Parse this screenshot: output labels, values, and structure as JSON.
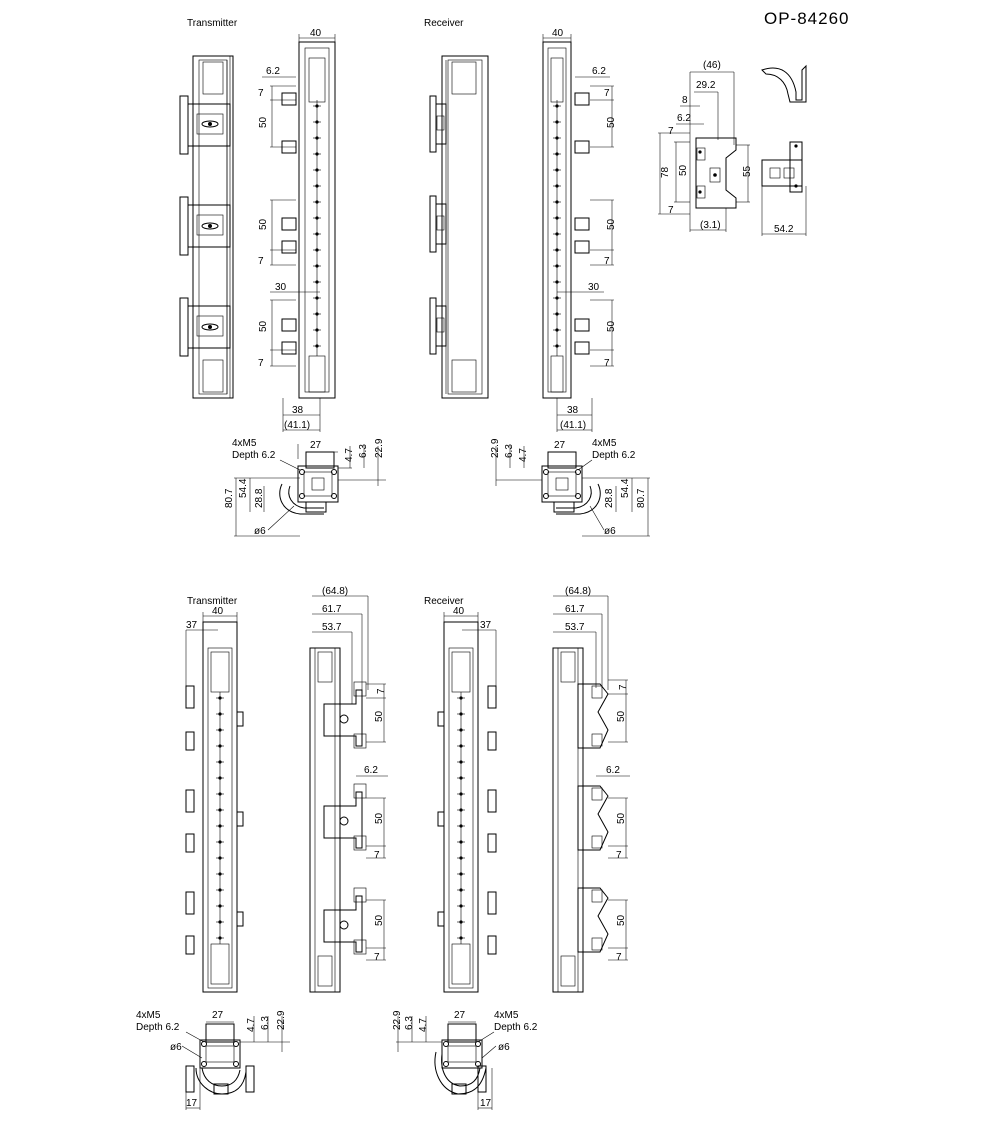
{
  "drawing_number": "OP-84260",
  "views": {
    "top_left": {
      "label": "Transmitter"
    },
    "top_right": {
      "label": "Receiver"
    },
    "bottom_left": {
      "label": "Transmitter"
    },
    "bottom_right": {
      "label": "Receiver"
    }
  },
  "dims": {
    "w40": "40",
    "d6_2": "6.2",
    "d7": "7",
    "d50": "50",
    "d30": "30",
    "d38": "38",
    "d41_1": "(41.1)",
    "d46": "(46)",
    "d29_2": "29.2",
    "d8": "8",
    "d78": "78",
    "d55": "55",
    "d3_1": "(3.1)",
    "d54_2": "54.2",
    "d27": "27",
    "d4_7": "4.7",
    "d6_3": "6.3",
    "d22_9": "22.9",
    "d80_7": "80.7",
    "d54_4": "54.4",
    "d28_8": "28.8",
    "dphi6": "ø6",
    "screw": "4xM5",
    "depth": "Depth 6.2",
    "d37": "37",
    "d64_8": "(64.8)",
    "d61_7": "61.7",
    "d53_7": "53.7",
    "d17": "17"
  }
}
